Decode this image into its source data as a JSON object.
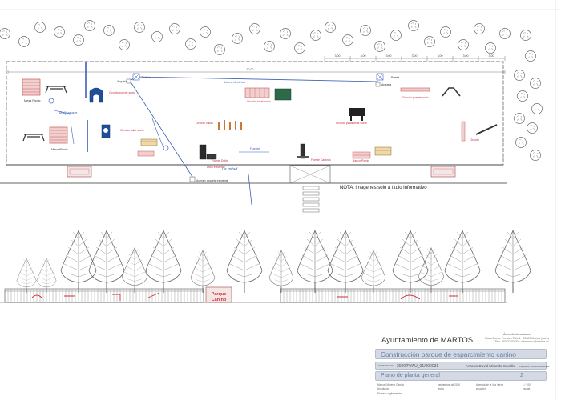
{
  "plan": {
    "labels": {
      "mesa_picnic_1": "Mesa Picnic",
      "mesa_picnic_2": "Mesa Picnic",
      "circuito_puente_suelo": "Circuito puente suelo",
      "circuito_salto_suelo": "Circuito salto suelo",
      "circuito_tunel_suelo": "Circuito tunel suelo",
      "circuito_vallas": "Circuito vallas",
      "circuito_puente_sube": "Circuito puente suelo",
      "circuito_plataforma": "Circuito plataforma suelo",
      "circuito_derecha": "Circuito",
      "fuente_doble": "Fuente Doble",
      "puerta_1": "Puerta",
      "puerta_2": "Puerta",
      "arqueta_1": "Arqueta",
      "arqueta_2": "Arqueta",
      "linea_electrica": "Linea electrica",
      "fuente_caninos": "Fuente Caninos",
      "banco_picnic": "Banco Picnic",
      "acera": "Acera y arqueta existente",
      "arbol_existente": "arbol existente",
      "nota": "NOTA: imagenes solo a titulo informativo",
      "cartel_parque_line1": "Parque",
      "cartel_parque_line2": "Canino",
      "dim_total": "90,00",
      "dim_segments": [
        "3,00",
        "3,00",
        "3,00",
        "3,00",
        "3,00",
        "3,00",
        "3,00"
      ],
      "dim_interior": "6,00"
    },
    "handwritten": {
      "note_left": "Palpapalo",
      "note_mid": "Fuente",
      "note_bottom": "La mitad"
    },
    "colors": {
      "fence": "#777777",
      "path": "#3d5fb8",
      "red_label": "#c8323c",
      "tree_outline": "#6c6c6c"
    }
  },
  "title_block": {
    "org": "Ayuntamiento de MARTOS",
    "dept": "Área de Urbanismo",
    "address_line1": "Plaza Doctor Fuentes Tello 1 · 23600 Martos (Jaén)",
    "address_line2": "Tfno. 953 21 00 00 · urbanismo@martos.es",
    "project": "Construcción parque de esparcimiento canino",
    "exp_label": "EXPEDIENTE",
    "exp_value": "2020/PYAU_01/000031",
    "author_name": "Antonio David Miranda Castillo",
    "author_role": "Arquitecto Técnico Municipal",
    "plan_title": "Plano de planta general",
    "plan_number": "2",
    "footer_name": "Manuel Moreno Carrillo",
    "footer_name_role": "Arquitecto",
    "footer_date": "septiembre de 2020",
    "footer_date_label": "fecha",
    "footer_place": "Avenida de la Vía Verde",
    "footer_place_label": "situación",
    "footer_scale": "1 / 100",
    "footer_scale_label": "escala",
    "footer_note": "Firmado digitalmente"
  }
}
